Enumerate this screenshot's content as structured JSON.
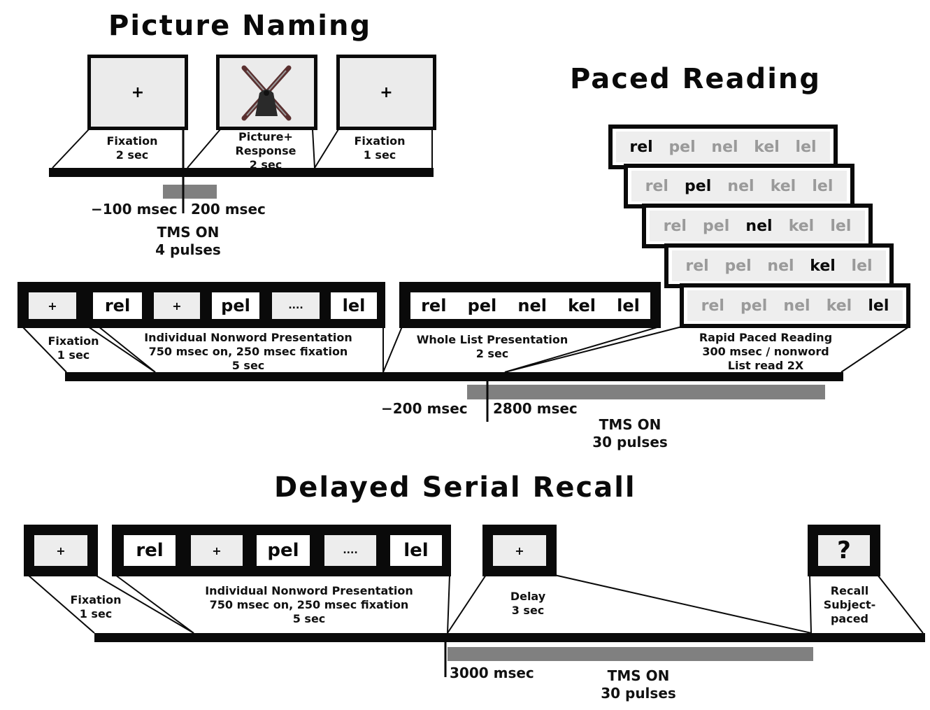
{
  "titles": {
    "picture_naming": "Picture Naming",
    "paced_reading": "Paced Reading",
    "delayed_recall": "Delayed Serial Recall"
  },
  "picture_naming": {
    "fixation_symbol": "+",
    "picture_icon": "windmill-icon",
    "labels": [
      [
        "Fixation",
        "2 sec"
      ],
      [
        "Picture+",
        "Response",
        "2 sec"
      ],
      [
        "Fixation",
        "1 sec"
      ]
    ],
    "time_left": "−100 msec",
    "time_right": "200 msec",
    "tms": [
      "TMS ON",
      "4 pulses"
    ]
  },
  "paced_reading": {
    "stack_words": [
      "rel",
      "pel",
      "nel",
      "kel",
      "lel"
    ],
    "sequence": [
      "+",
      "rel",
      "+",
      "pel",
      "....",
      "lel"
    ],
    "whole_list": [
      "rel",
      "pel",
      "nel",
      "kel",
      "lel"
    ],
    "labels": {
      "fixation": [
        "Fixation",
        "1 sec"
      ],
      "individual": [
        "Individual Nonword Presentation",
        "750 msec on, 250 msec fixation",
        "5 sec"
      ],
      "whole": [
        "Whole List Presentation",
        "2 sec"
      ],
      "rapid": [
        "Rapid Paced Reading",
        "300 msec / nonword",
        "List read 2X"
      ]
    },
    "time_left": "−200 msec",
    "time_right": "2800 msec",
    "tms": [
      "TMS ON",
      "30 pulses"
    ]
  },
  "delayed_recall": {
    "sequence": [
      "+",
      "rel",
      "+",
      "pel",
      "....",
      "lel"
    ],
    "fixation_symbol": "+",
    "delay_symbol": "+",
    "recall_symbol": "?",
    "labels": {
      "fixation": [
        "Fixation",
        "1 sec"
      ],
      "individual": [
        "Individual Nonword Presentation",
        "750 msec on, 250 msec fixation",
        "5 sec"
      ],
      "delay": [
        "Delay",
        "3 sec"
      ],
      "recall": [
        "Recall",
        "Subject-",
        "paced"
      ]
    },
    "time": "3000 msec",
    "tms": [
      "TMS ON",
      "30 pulses"
    ]
  },
  "colors": {
    "ink": "#0a0a0a",
    "screen": "#ebebeb",
    "tms_bar": "#808080",
    "inactive_word": "#9a9a9a"
  }
}
